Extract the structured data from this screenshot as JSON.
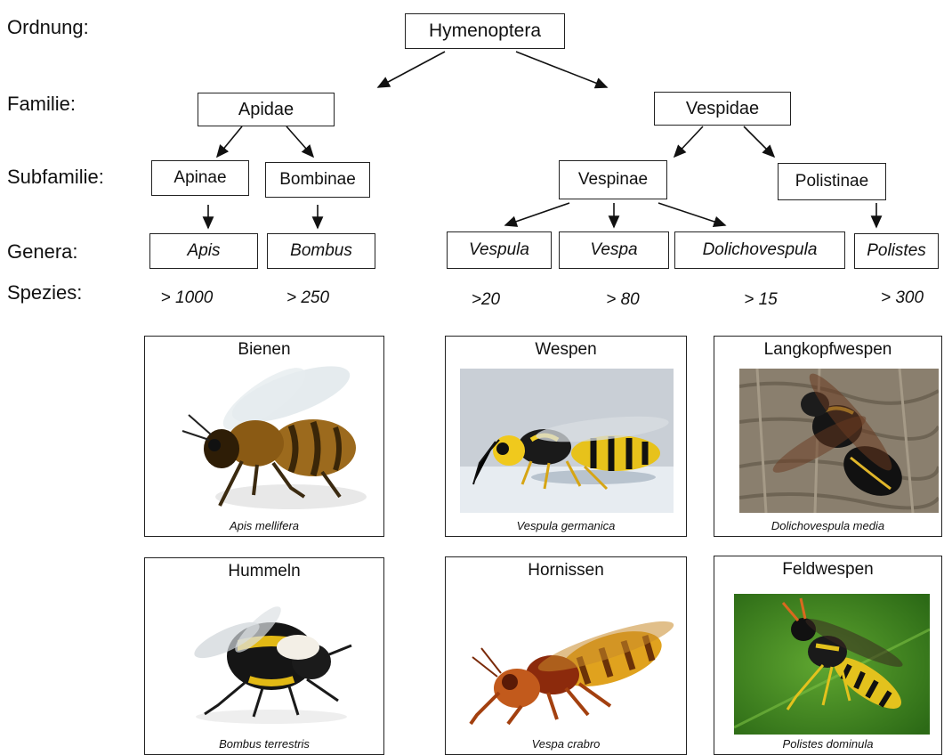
{
  "row_labels": {
    "order": "Ordnung:",
    "family": "Familie:",
    "subfamily": "Subfamilie:",
    "genera": "Genera:",
    "species": "Spezies:"
  },
  "tree": {
    "order": "Hymenoptera",
    "families": [
      "Apidae",
      "Vespidae"
    ],
    "subfamilies": [
      "Apinae",
      "Bombinae",
      "Vespinae",
      "Polistinae"
    ],
    "genera": [
      "Apis",
      "Bombus",
      "Vespula",
      "Vespa",
      "Dolichovespula",
      "Polistes"
    ],
    "species_counts": [
      "> 1000",
      "> 250",
      ">20",
      "> 80",
      "> 15",
      "> 300"
    ]
  },
  "cards": [
    {
      "title": "Bienen",
      "caption": "Apis  mellifera",
      "icon": "honeybee-photo"
    },
    {
      "title": "Wespen",
      "caption": "Vespula  germanica",
      "icon": "wasp-photo"
    },
    {
      "title": "Langkopfwespen",
      "caption": "Dolichovespula  media",
      "icon": "longhead-wasp-photo"
    },
    {
      "title": "Hummeln",
      "caption": "Bombus  terrestris",
      "icon": "bumblebee-photo"
    },
    {
      "title": "Hornissen",
      "caption": "Vespa  crabro",
      "icon": "hornet-photo"
    },
    {
      "title": "Feldwespen",
      "caption": "Polistes  dominula",
      "icon": "paper-wasp-photo"
    }
  ]
}
